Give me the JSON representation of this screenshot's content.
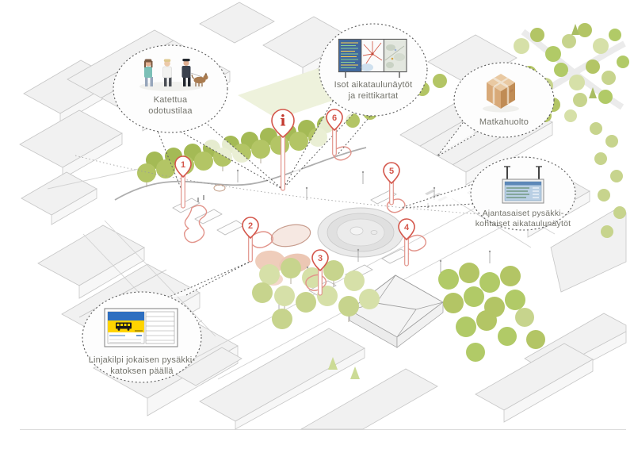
{
  "callouts": {
    "covered_waiting": {
      "line1": "Katettua",
      "line2": "odotustilaa"
    },
    "big_displays": {
      "line1": "Isot aikataulunäytöt",
      "line2": "ja reittikartat"
    },
    "parcel_service": {
      "line1": "Matkahuolto"
    },
    "realtime_displays": {
      "line1": "Ajantasaiset pysäkki-",
      "line2": "kohtaiset aikataulunäytöt"
    },
    "line_sign": {
      "line1": "Linjakilpi jokaisen pysäkki-",
      "line2": "katoksen päällä"
    }
  },
  "markers": {
    "info": "i",
    "m1": "1",
    "m2": "2",
    "m3": "3",
    "m4": "4",
    "m5": "5",
    "m6": "6"
  },
  "colors": {
    "marker_red": "#d4564b",
    "marker_red_light": "#e2948b",
    "label_gray": "#73736b",
    "tree_olive": "#b3c565",
    "tree_olive2": "#a4ba55",
    "tree_pale": "#d6e0a8",
    "tree_pale2": "#c7d48d",
    "tree_bright": "#b1ca67",
    "sign_blue": "#2e6fc0",
    "sign_yellow": "#ffd400",
    "display_blue": "#41699e",
    "display_light_blue": "#b9cfe4",
    "parcel_top": "#e9c9a2",
    "parcel_left": "#d8a978",
    "parcel_right": "#c08c55",
    "blob_pink": "#efcdbb",
    "person_teal": "#7cc0b7"
  }
}
